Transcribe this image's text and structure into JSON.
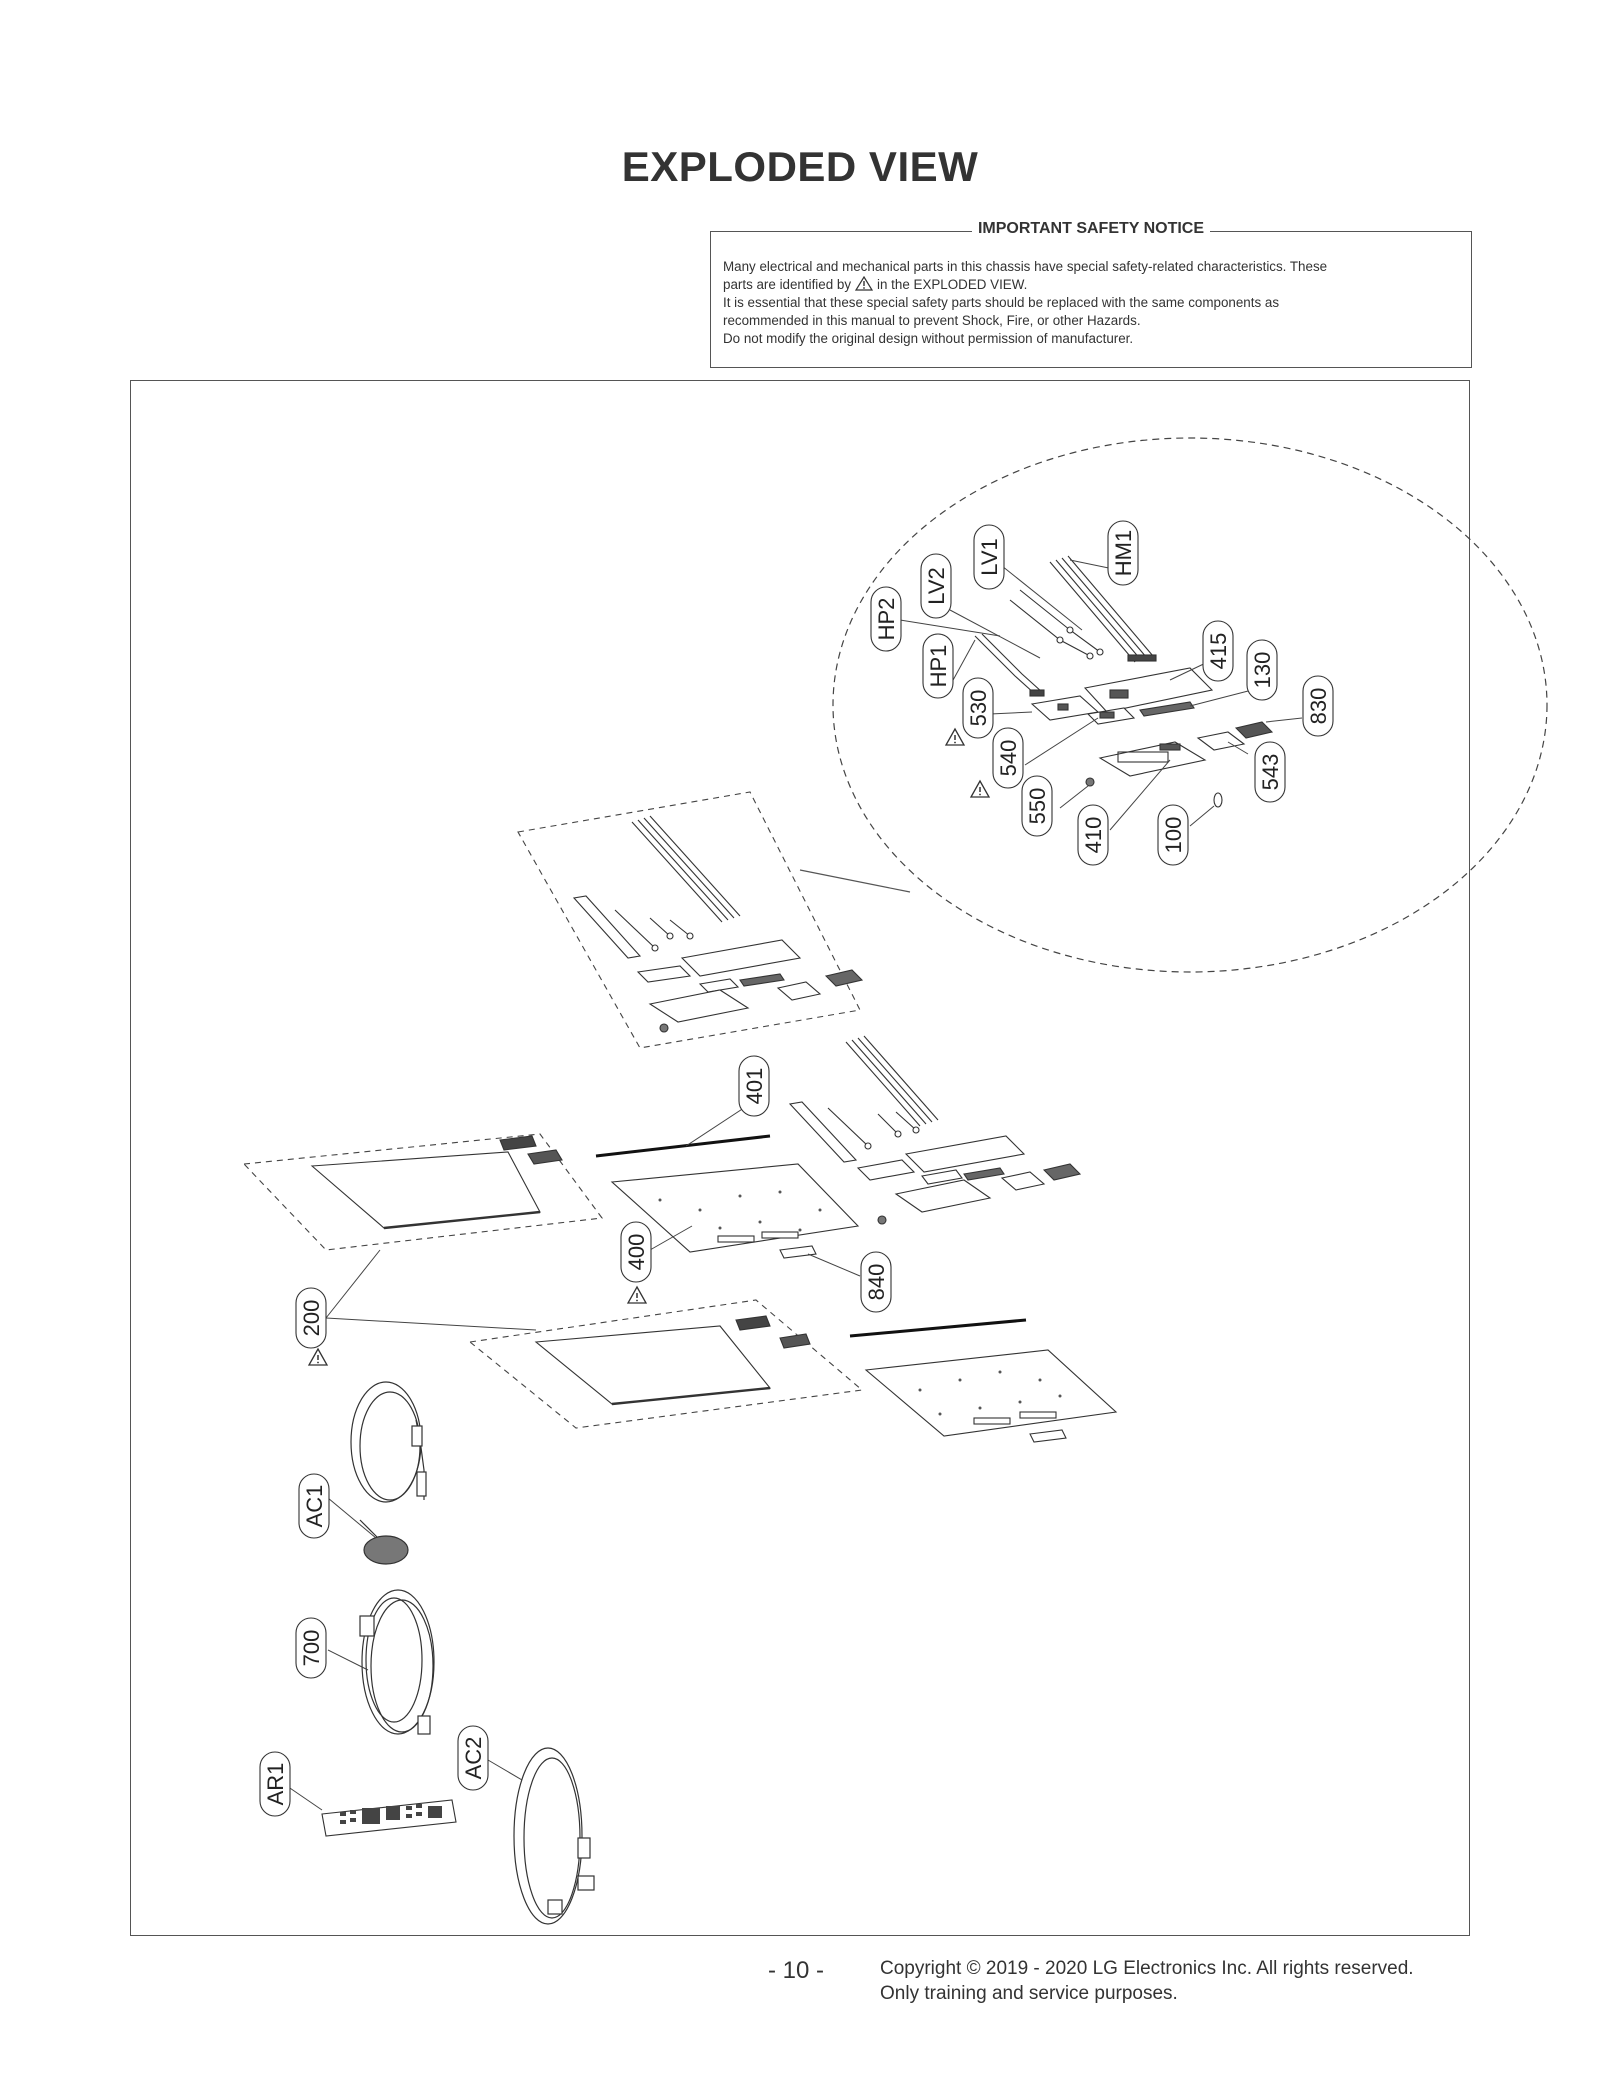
{
  "page": {
    "title": "EXPLODED VIEW",
    "page_number": "- 10 -",
    "copyright_line1": "Copyright © 2019 - 2020 LG Electronics Inc. All rights reserved.",
    "copyright_line2": "Only training and service purposes."
  },
  "notice": {
    "title": "IMPORTANT SAFETY NOTICE",
    "line1": "Many electrical and mechanical parts in this chassis have special safety-related characteristics. These",
    "line2_before": "parts are identified by",
    "line2_after": "in the EXPLODED VIEW.",
    "line3": "It is essential that these special safety parts should be replaced with the same components as",
    "line4": "recommended in this manual to prevent Shock, Fire, or other Hazards.",
    "line5": "Do not modify the original design without permission of manufacturer."
  },
  "callouts": {
    "hm1": "HM1",
    "lv1": "LV1",
    "lv2": "LV2",
    "hp2": "HP2",
    "hp1": "HP1",
    "p530": "530",
    "p540": "540",
    "p550": "550",
    "p410": "410",
    "p100": "100",
    "p543": "543",
    "p830": "830",
    "p130": "130",
    "p415": "415",
    "p401": "401",
    "p400": "400",
    "p840": "840",
    "p200": "200",
    "ac1": "AC1",
    "p700": "700",
    "ac2": "AC2",
    "ar1": "AR1"
  },
  "colors": {
    "line": "#333333",
    "text": "#222222"
  },
  "icons": {
    "safety_mark": "warning-triangle-icon"
  }
}
